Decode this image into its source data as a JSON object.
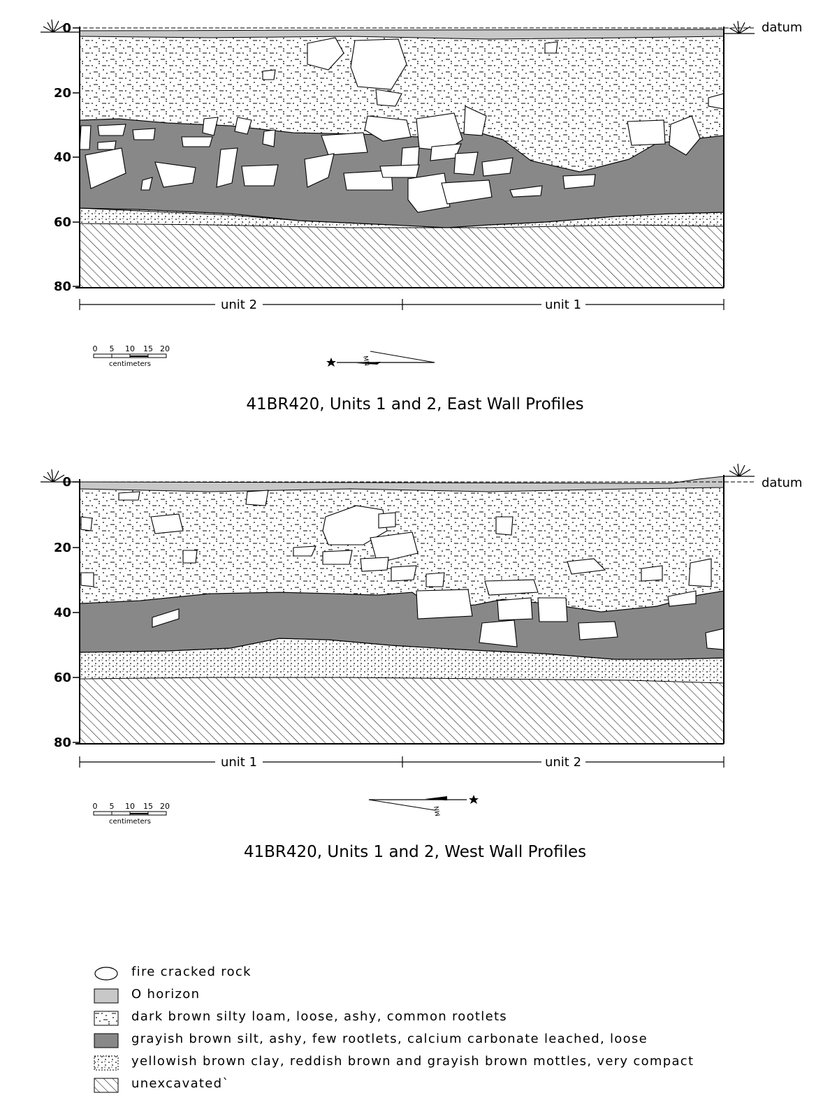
{
  "profiles": [
    {
      "id": "east",
      "title": "41BR420, Units 1 and 2, East Wall Profiles",
      "depth_ticks": [
        "0",
        "20",
        "40",
        "60",
        "80"
      ],
      "datum_label": "datum",
      "unit_left": "unit 2",
      "unit_right": "unit 1",
      "scale": {
        "ticks": [
          "0",
          "5",
          "10",
          "15",
          "20"
        ],
        "unit": "centimeters"
      },
      "north_label": "MN"
    },
    {
      "id": "west",
      "title": "41BR420, Units 1 and 2, West Wall Profiles",
      "depth_ticks": [
        "0",
        "20",
        "40",
        "60",
        "80"
      ],
      "datum_label": "datum",
      "unit_left": "unit 1",
      "unit_right": "unit 2",
      "scale": {
        "ticks": [
          "0",
          "5",
          "10",
          "15",
          "20"
        ],
        "unit": "centimeters"
      },
      "north_label": "MN"
    }
  ],
  "legend": [
    {
      "swatch": "rock",
      "label": "fire cracked rock"
    },
    {
      "swatch": "ohorizon",
      "label": "O horizon"
    },
    {
      "swatch": "loam",
      "label": "dark brown silty loam, loose, ashy, common rootlets"
    },
    {
      "swatch": "silt",
      "label": "grayish brown  silt, ashy, few rootlets, calcium carbonate leached, loose"
    },
    {
      "swatch": "clay",
      "label": "yellowish brown clay, reddish brown and grayish brown mottles, very compact"
    },
    {
      "swatch": "hatch",
      "label": "unexcavated`"
    }
  ],
  "colors": {
    "o_horizon": "#c8c8c8",
    "grayish_silt": "#888888",
    "ink": "#000000",
    "paper": "#ffffff"
  }
}
